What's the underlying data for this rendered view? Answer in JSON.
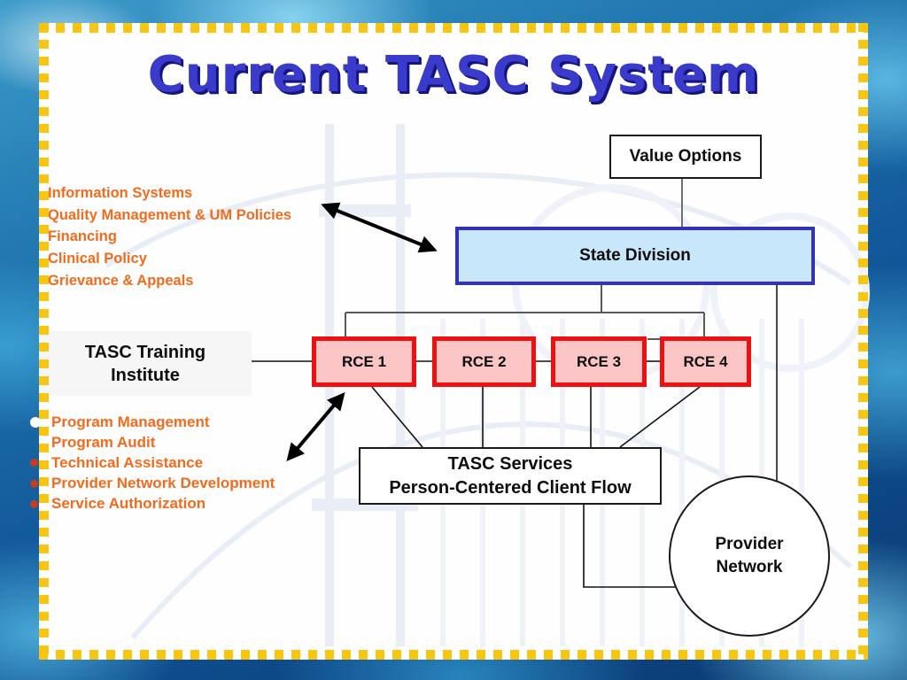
{
  "slide": {
    "title": "Current TASC System"
  },
  "upper_list": {
    "items": [
      {
        "label": "Information Systems"
      },
      {
        "label": "Quality Management & UM Policies"
      },
      {
        "label": "Financing"
      },
      {
        "label": "Clinical Policy"
      },
      {
        "label": "Grievance & Appeals"
      }
    ]
  },
  "lower_list": {
    "items": [
      {
        "label": "Program Management",
        "bullet": "white"
      },
      {
        "label": "Program Audit",
        "bullet": "none"
      },
      {
        "label": "Technical Assistance",
        "bullet": "red"
      },
      {
        "label": "Provider Network Development",
        "bullet": "red"
      },
      {
        "label": "Service Authorization",
        "bullet": "red"
      }
    ]
  },
  "nodes": {
    "value_options": {
      "label": "Value Options"
    },
    "state_division": {
      "label": "State Division"
    },
    "tasc_training": {
      "line1": "TASC Training",
      "line2": "Institute"
    },
    "rces": [
      {
        "label": "RCE 1"
      },
      {
        "label": "RCE 2"
      },
      {
        "label": "RCE 3"
      },
      {
        "label": "RCE 4"
      }
    ],
    "tasc_services": {
      "line1": "TASC Services",
      "line2": "Person-Centered Client Flow"
    },
    "provider_network": {
      "line1": "Provider",
      "line2": "Network"
    }
  },
  "colors": {
    "title_blue": "#3a3acb",
    "title_shadow_navy": "#15157f",
    "orange_text": "#f26b1d",
    "state_division_fill": "#c9e7fa",
    "state_division_border": "#3333b3",
    "rce_fill": "#fbc5c5",
    "rce_border": "#ee1111",
    "dash_border_yellow": "#f9c513",
    "bullet_red": "#c43c23"
  }
}
